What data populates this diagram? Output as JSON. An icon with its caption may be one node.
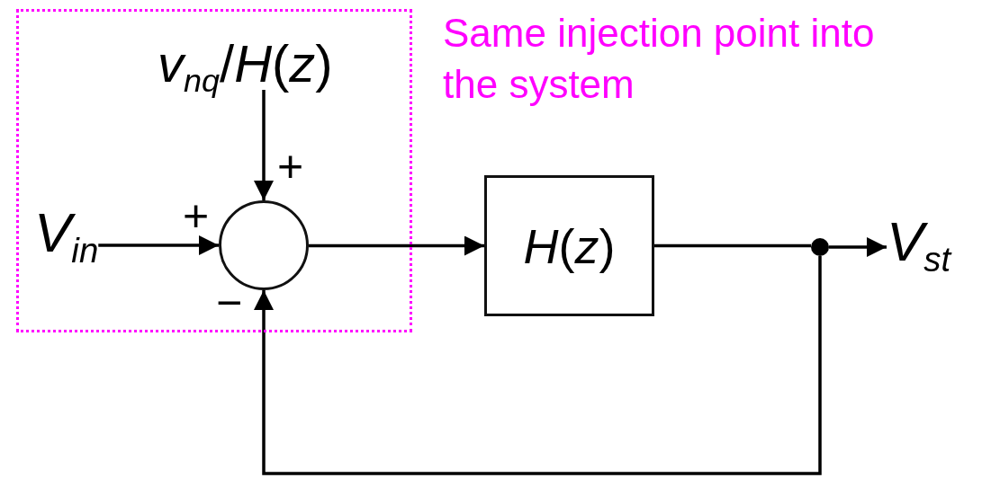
{
  "diagram": {
    "nodes": [
      {
        "text": [],
        "shape": "box",
        "beside": [
          "Same injection point into the system"
        ]
      },
      {
        "text": [
          "*v*$_{nq}$/*H*(*z*)"
        ],
        "in": 0
      },
      {
        "text": [
          "*V*$_{in}$"
        ],
        "in": 0
      },
      {
        "text": [],
        "shape": "circle",
        "in": 0
      },
      {
        "text": [
          "*H*(*z*)"
        ]
      },
      {
        "text": [],
        "shape": "circle"
      },
      {
        "text": [
          "*V*$_{st}$"
        ]
      }
    ],
    "edges": [
      {
        "from": 1,
        "to": 3,
        "arrow": "to"
      },
      {
        "from": 2,
        "to": 3,
        "arrow": "to"
      },
      {
        "from": 3,
        "to": 4,
        "arrow": "to"
      },
      {
        "from": 4,
        "to": 5,
        "arrow": "none"
      },
      {
        "from": 5,
        "to": 6,
        "arrow": "to"
      },
      {
        "from": 5,
        "to": 3,
        "arrow": "to"
      }
    ],
    "labels": [
      "+",
      "+",
      "−"
    ]
  }
}
